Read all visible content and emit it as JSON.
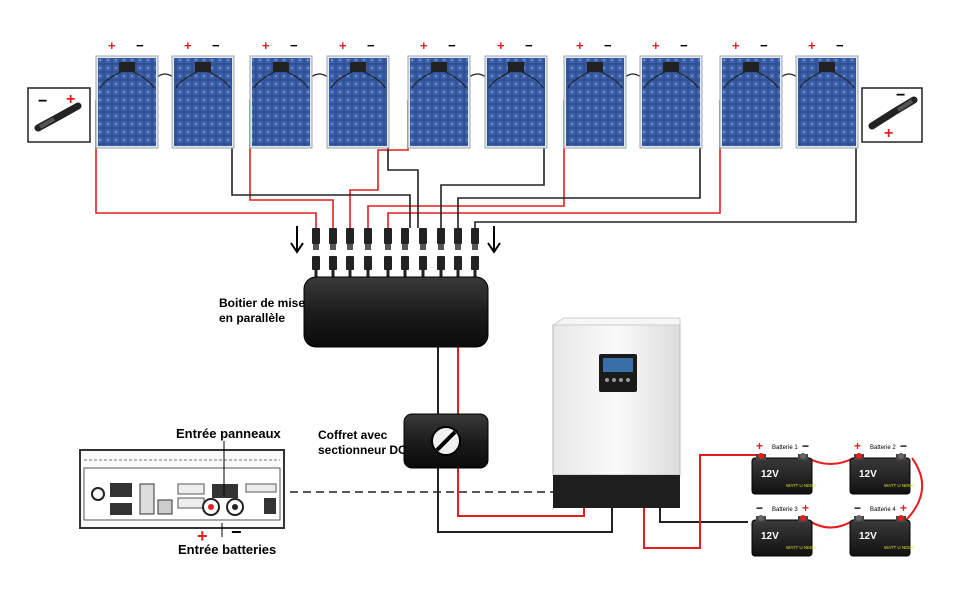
{
  "panels": {
    "count": 10,
    "plus_sign": "+",
    "minus_sign": "−",
    "colors": {
      "cell": "#2c4a8c",
      "cell_light": "#5a7cc4",
      "frame": "#dfe4ee"
    }
  },
  "connectors": {
    "left": {
      "plus": "+",
      "minus": "−"
    },
    "right": {
      "plus": "+",
      "minus": "−"
    }
  },
  "combiner": {
    "label_line1": "Boitier de mise",
    "label_line2": "en parallèle",
    "input_count": 10
  },
  "dc_disconnect": {
    "label_line1": "Coffret avec",
    "label_line2": "sectionneur DC",
    "icon": "rotary-switch-icon"
  },
  "inverter": {
    "colors": {
      "body": "#f3f3f3",
      "base": "#1e1e1e",
      "screen": "#1a1a1a"
    }
  },
  "inverter_rear": {
    "label_panels": "Entrée panneaux",
    "label_batteries": "Entrée batteries",
    "plus_sign": "+",
    "minus_sign": "−"
  },
  "batteries": {
    "items": [
      {
        "name": "Batterie 1",
        "voltage": "12V",
        "brand": "WATT U NEED"
      },
      {
        "name": "Batterie 2",
        "voltage": "12V",
        "brand": "WATT U NEED"
      },
      {
        "name": "Batterie 3",
        "voltage": "12V",
        "brand": "WATT U NEED"
      },
      {
        "name": "Batterie 4",
        "voltage": "12V",
        "brand": "WATT U NEED"
      }
    ],
    "plus_sign": "+",
    "minus_sign": "−"
  },
  "wire_colors": {
    "positive": "#e41e1e",
    "negative": "#222222"
  }
}
